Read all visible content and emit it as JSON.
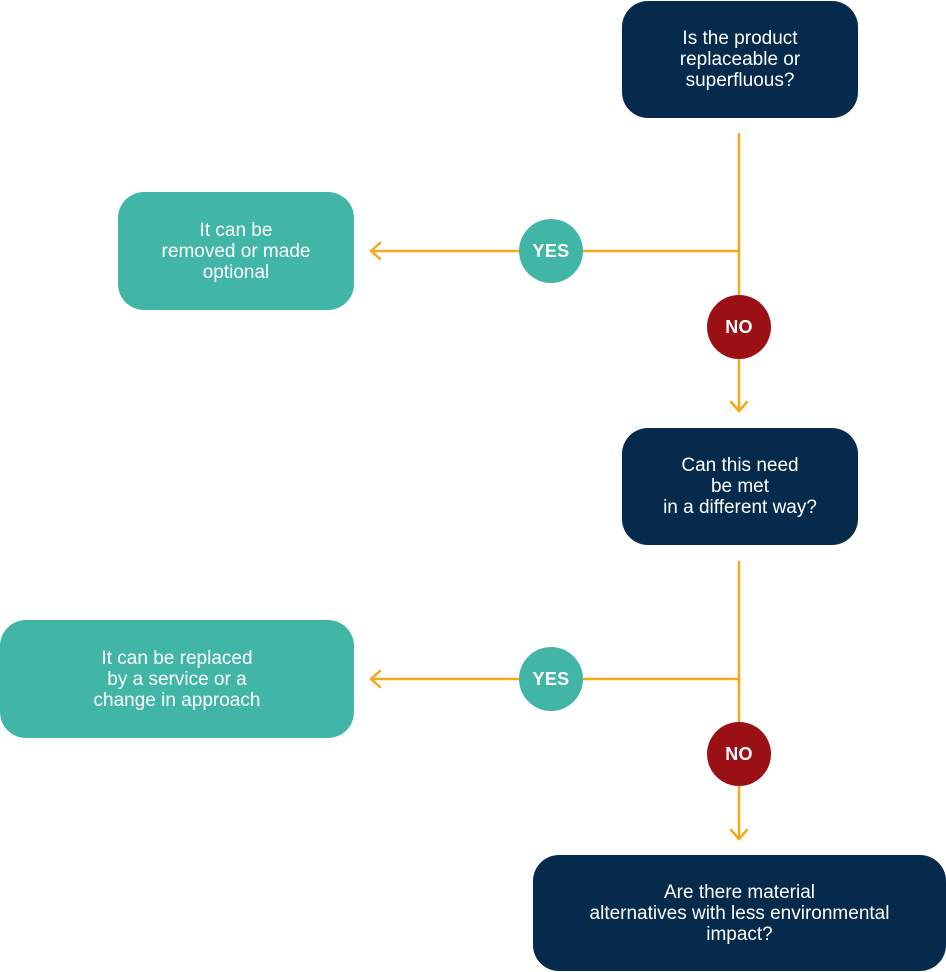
{
  "colors": {
    "question": "#052a4c",
    "outcome": "#42b6a6",
    "yes": "#42b6a6",
    "no": "#9b1015",
    "connector": "#f4a81c"
  },
  "questions": [
    "Is the product\nreplaceable or\nsuperfluous?",
    "Can this need\nbe met\nin a different way?",
    "Are there material\nalternatives with less environmental\nimpact?"
  ],
  "outcomes": [
    "It can be\nremoved or made\noptional",
    "It can be replaced\nby a service or a\nchange in approach"
  ],
  "labels": {
    "yes": "YES",
    "no": "NO"
  }
}
